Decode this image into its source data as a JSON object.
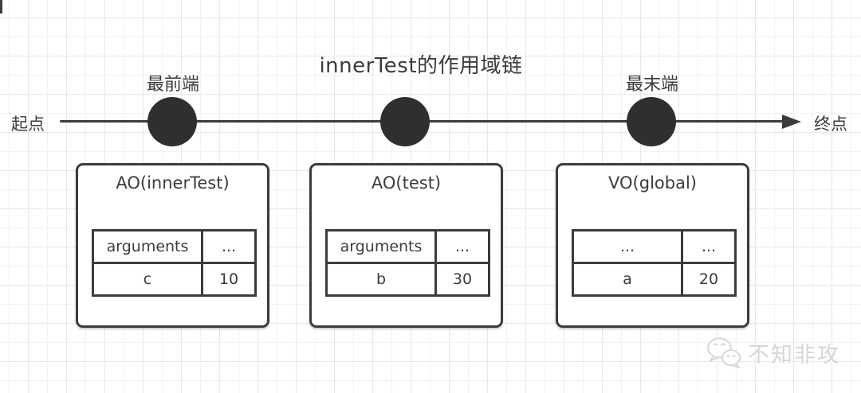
{
  "title": "innerTest的作用域链",
  "timeline": {
    "start_label": "起点",
    "end_label": "终点",
    "front_node_label": "最前端",
    "tail_node_label": "最末端"
  },
  "boxes": [
    {
      "title": "AO(innerTest)",
      "rows": [
        [
          "arguments",
          "..."
        ],
        [
          "c",
          "10"
        ]
      ]
    },
    {
      "title": "AO(test)",
      "rows": [
        [
          "arguments",
          "..."
        ],
        [
          "b",
          "30"
        ]
      ]
    },
    {
      "title": "VO(global)",
      "rows": [
        [
          "...",
          "..."
        ],
        [
          "a",
          "20"
        ]
      ]
    }
  ],
  "watermark": {
    "icon": "wechat-icon",
    "text": "不知非攻"
  },
  "colors": {
    "ink": "#3c3c3c",
    "dot": "#2f2f2f",
    "grid-minor": "#f2f2f2",
    "grid-major": "#e7e7e7",
    "watermark": "#d6d6d6"
  }
}
